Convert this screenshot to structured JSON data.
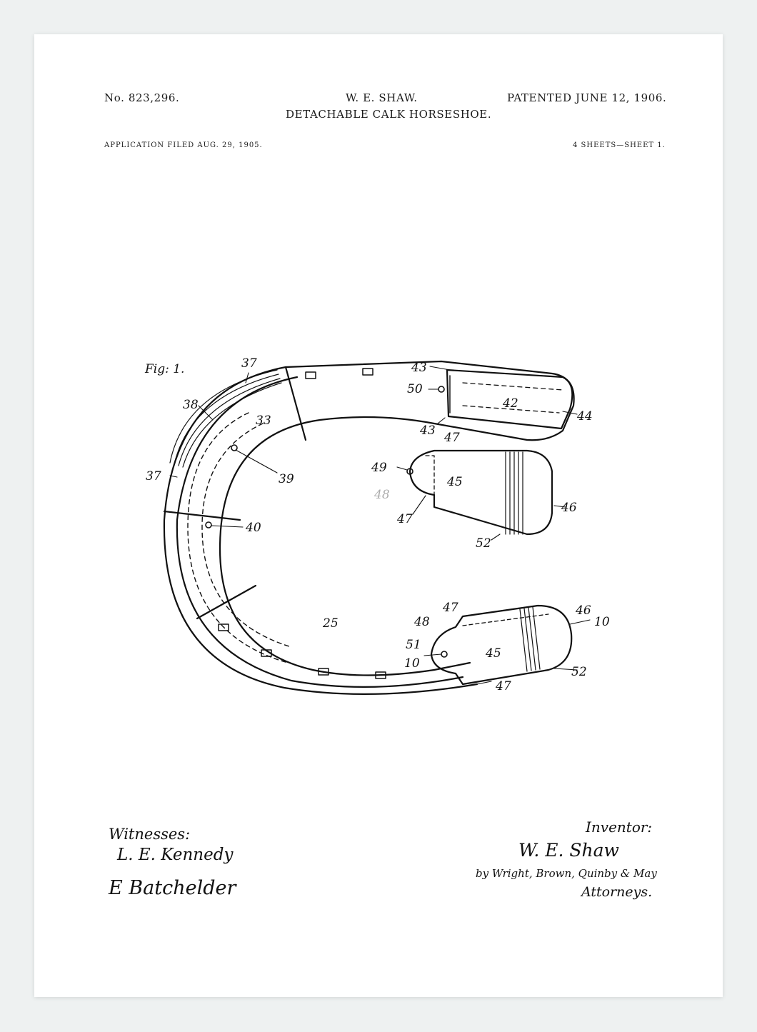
{
  "header": {
    "patent_number": "No. 823,296.",
    "inventor_name": "W. E. SHAW.",
    "patent_date": "PATENTED JUNE 12, 1906.",
    "title": "DETACHABLE CALK HORSESHOE.",
    "application_filed": "APPLICATION FILED AUG. 29, 1905.",
    "sheets": "4 SHEETS—SHEET 1."
  },
  "figure": {
    "label": "Fig: 1.",
    "refs": {
      "r37a": "37",
      "r38": "38",
      "r33": "33",
      "r39": "39",
      "r37b": "37",
      "r40": "40",
      "r43a": "43",
      "r50": "50",
      "r42": "42",
      "r44": "44",
      "r43b": "43",
      "r47a": "47",
      "r49": "49",
      "r45a": "45",
      "r46a": "46",
      "r47b": "47",
      "r52a": "52",
      "r48a": "48",
      "r25": "25",
      "r47c": "47",
      "r48b": "48",
      "r51": "51",
      "r10a": "10",
      "r45b": "45",
      "r46b": "46",
      "r10b": "10",
      "r52b": "52",
      "r47d": "47"
    }
  },
  "signatures": {
    "witnesses_label": "Witnesses:",
    "witness_1": "L. E. Kennedy",
    "witness_2": "E Batchelder",
    "inventor_label": "Inventor:",
    "inventor_signature": "W. E. Shaw",
    "attorneys_line": "by Wright, Brown, Quinby & May",
    "attorneys_label": "Attorneys."
  }
}
